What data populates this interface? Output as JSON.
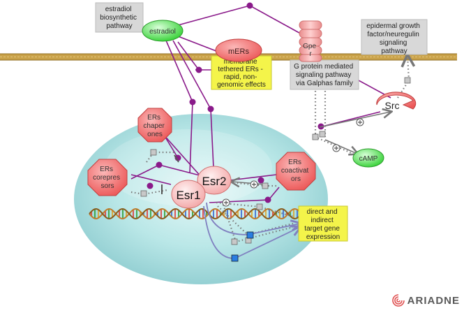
{
  "nodes": {
    "estradiol": "estradiol",
    "mers": "mERs",
    "gper": [
      "Gpe",
      "r"
    ],
    "src": "Src",
    "camp": "cAMP",
    "esr1": "Esr1",
    "esr2": "Esr2",
    "chaperones": [
      "ERs",
      "chaper",
      "ones"
    ],
    "corepressors": [
      "ERs",
      "corepres",
      "sors"
    ],
    "coactivators": [
      "ERs",
      "coactivat",
      "ors"
    ]
  },
  "labels": {
    "estradiol_pathway": [
      "estradiol",
      "biosynthetic",
      "pathway"
    ],
    "egf_pathway": [
      "epidermal growth",
      "factor/neuregulin",
      "signaling",
      "pathway"
    ],
    "g_protein": [
      "G protein mediated",
      "signaling pathway",
      "via Galphas family"
    ],
    "membrane_ers": [
      "membrane",
      "tethered ERs -",
      "rapid, non-",
      "genomic effects"
    ],
    "target_gene": [
      "direct and",
      "indirect",
      "target gene",
      "expression"
    ]
  },
  "brand": "ARIADNE",
  "colors": {
    "membrane": "#c9a24a",
    "purple_edge": "#8a1a8a",
    "node_red": "#f06a6a",
    "node_green": "#4ee04e",
    "label_gray": "#d8d8d8",
    "label_yellow": "#f4f44a",
    "nucleus": "#a8dede"
  }
}
